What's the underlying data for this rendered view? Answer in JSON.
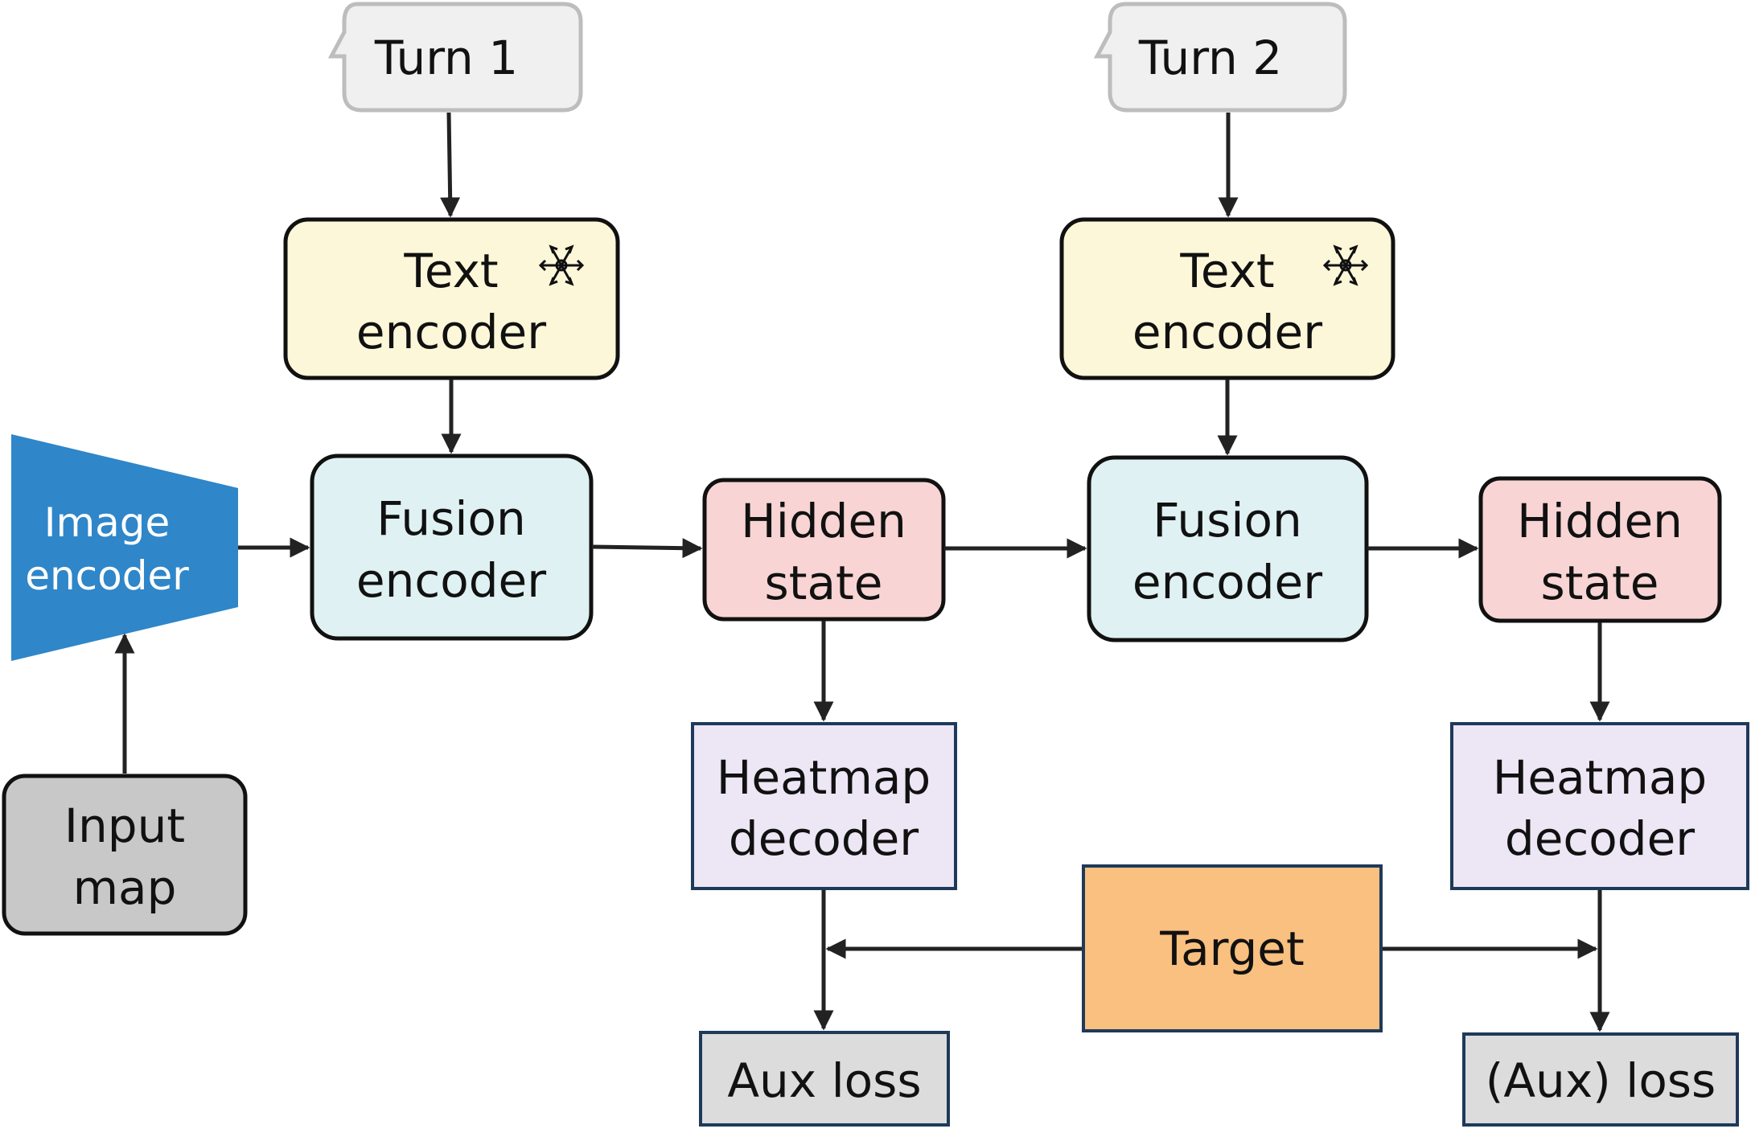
{
  "turns": [
    {
      "label": "Turn 1"
    },
    {
      "label": "Turn 2"
    }
  ],
  "text_encoder": {
    "line1": "Text",
    "line2": "encoder"
  },
  "fusion_encoder": {
    "line1": "Fusion",
    "line2": "encoder"
  },
  "hidden_state": {
    "line1": "Hidden",
    "line2": "state"
  },
  "heatmap_decoder": {
    "line1": "Heatmap",
    "line2": "decoder"
  },
  "image_encoder": {
    "line1": "Image",
    "line2": "encoder"
  },
  "input_map": {
    "line1": "Input",
    "line2": "map"
  },
  "target": {
    "label": "Target"
  },
  "losses": [
    {
      "label": "Aux loss"
    },
    {
      "label": "(Aux) loss"
    }
  ],
  "icons": {
    "frozen": "snowflake-icon"
  },
  "colors": {
    "speech_bubble": "#f0f0f0",
    "text_encoder": "#fdf7d9",
    "fusion_encoder": "#dff1f2",
    "hidden_state": "#f8d4d4",
    "heatmap_decoder": "#ece6f5",
    "image_encoder": "#2f86c9",
    "input_map": "#c8c8c8",
    "target": "#f9c080",
    "loss": "#dcdcdc"
  }
}
